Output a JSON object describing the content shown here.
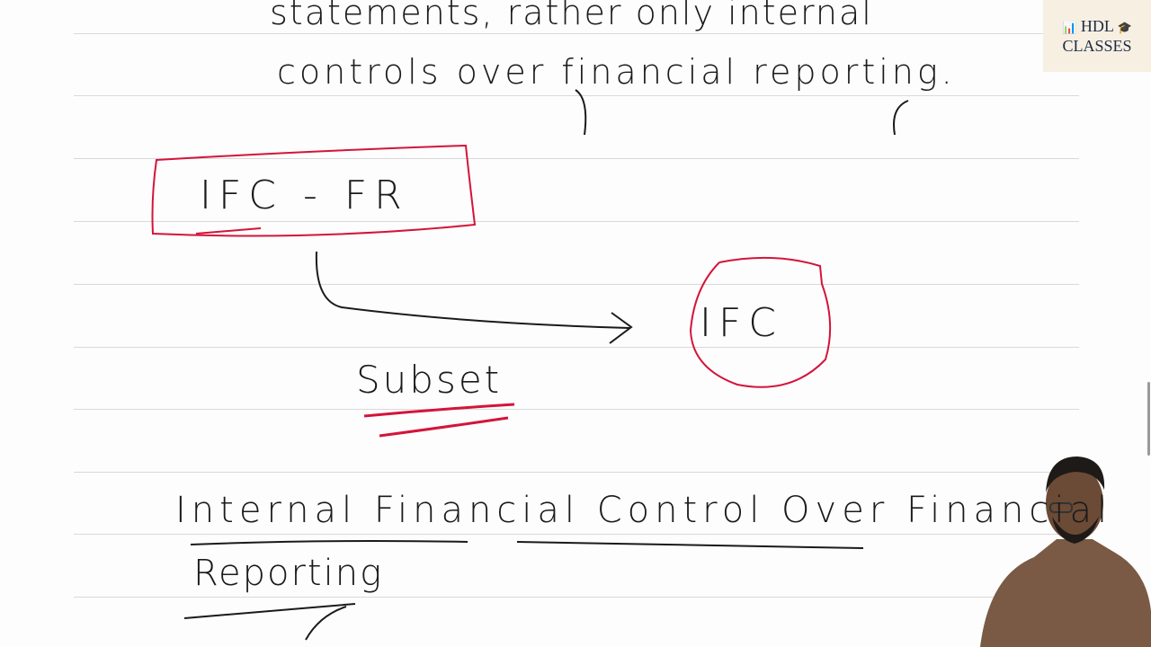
{
  "notes": {
    "line1_partial": "statements, rather only internal",
    "line2": "controls over financial reporting.",
    "box_label": "IFC - FR",
    "circle_label": "IFC",
    "arrow_label": "Subset",
    "full_form_line1": "Internal Financial Control Over Financial",
    "full_form_line2": "Reporting"
  },
  "logo": {
    "line1": "HDL",
    "line2": "CLASSES",
    "icons": [
      "book-chart-icon",
      "graduation-cap-icon"
    ]
  },
  "colors": {
    "ink": "#1a1a1a",
    "highlight": "#d4143a",
    "rule": "#d9d9d9"
  }
}
